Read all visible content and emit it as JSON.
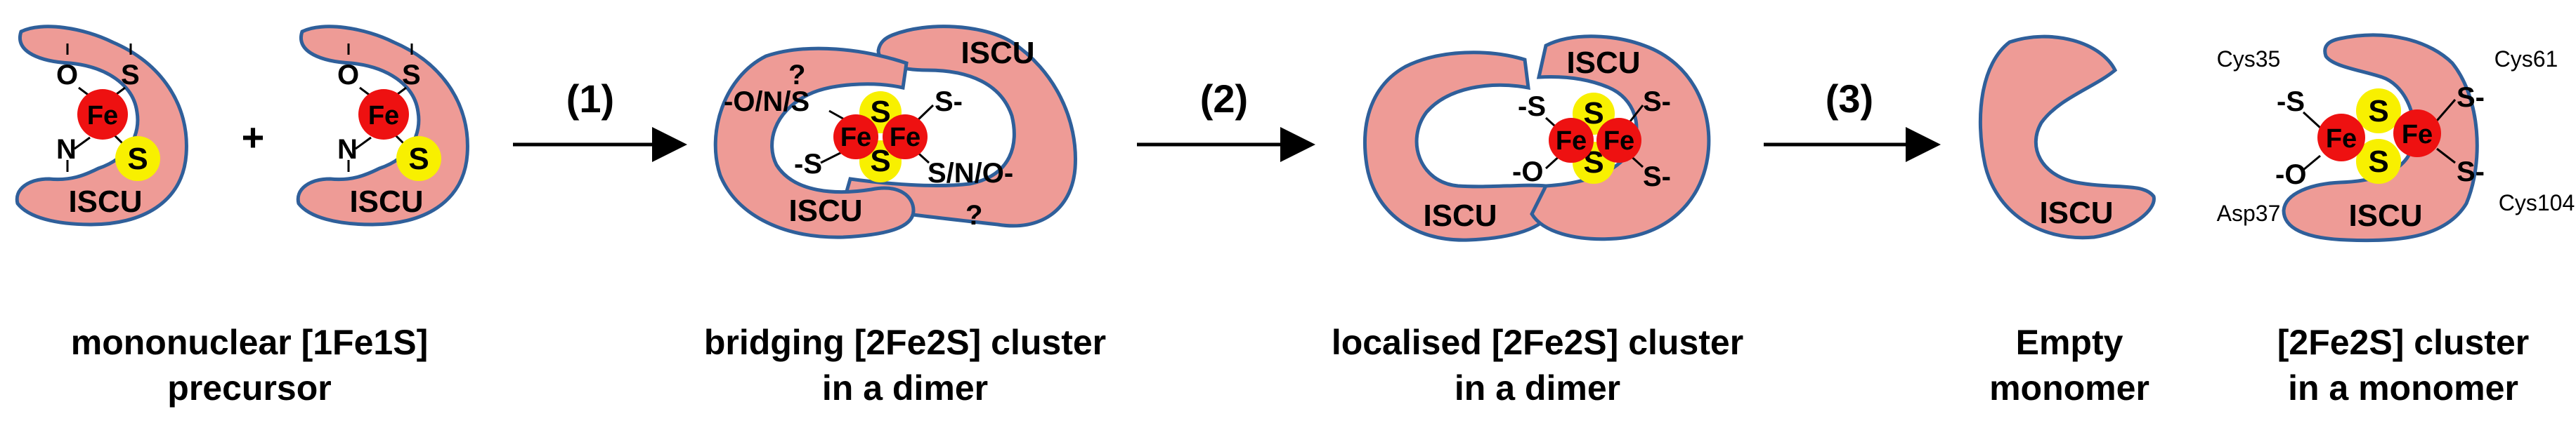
{
  "colors": {
    "protein_fill": "#ee9b96",
    "protein_outline": "#2f5f9a",
    "iron": "#ee1111",
    "sulfur": "#f8f000",
    "arrow": "#000000"
  },
  "protein_name": "ISCU",
  "atoms": {
    "iron": "Fe",
    "sulfur": "S"
  },
  "ligands": {
    "o": "O",
    "s": "S",
    "n": "N",
    "s_dash": "S-",
    "dash_s": "-S",
    "dash_o": "-O",
    "ons_left": "-O/N/S",
    "sno_right": "S/N/O-",
    "unknown": "?"
  },
  "plus": "+",
  "steps": [
    "(1)",
    "(2)",
    "(3)"
  ],
  "stages": [
    {
      "line1": "mononuclear [1Fe1S]",
      "line2": "precursor"
    },
    {
      "line1": "bridging [2Fe2S] cluster",
      "line2": "in a dimer"
    },
    {
      "line1": "localised [2Fe2S] cluster",
      "line2": "in a dimer"
    },
    {
      "line1": "Empty",
      "line2": "monomer"
    },
    {
      "line1": "[2Fe2S] cluster",
      "line2": "in a monomer"
    }
  ],
  "residues": {
    "cys35": "Cys35",
    "cys61": "Cys61",
    "asp37": "Asp37",
    "cys104": "Cys104"
  }
}
